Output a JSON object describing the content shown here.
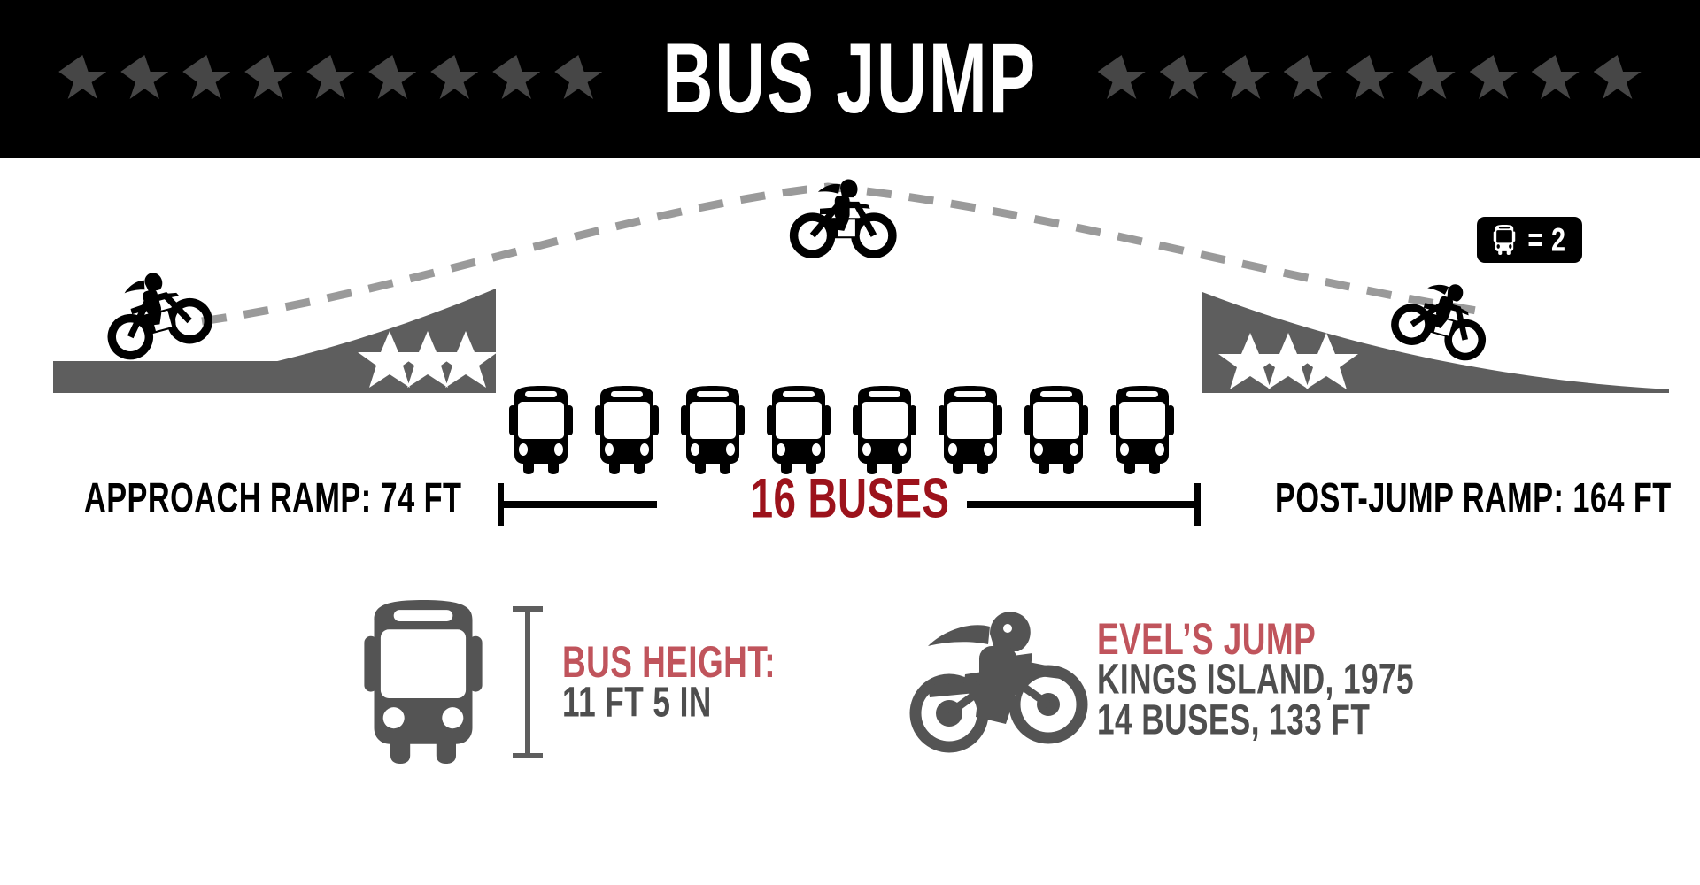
{
  "header": {
    "title": "BUS JUMP",
    "star_count_left": 9,
    "star_count_right": 9,
    "star_icon": "star-icon",
    "background_color": "#000000",
    "star_color": "#464646",
    "title_color": "#ffffff"
  },
  "legend": {
    "icon": "bus-icon",
    "equals_text": "= 2",
    "background_color": "#000000",
    "text_color": "#ffffff"
  },
  "diagram": {
    "approach_ramp_label": "APPROACH RAMP: 74 FT",
    "post_jump_ramp_label": "POST-JUMP RAMP: 164 FT",
    "bus_count_label": "16 BUSES",
    "bus_icon_count": 8,
    "approach_ramp_stars": 3,
    "post_jump_ramp_stars": 3,
    "rider_icon": "motorcycle-rider-icon",
    "trajectory_icon": "dashed-jump-arc",
    "ramp_color": "#5e5e5e",
    "bus_color": "#000000",
    "accent_red": "#9c121b"
  },
  "facts": [
    {
      "icon": "bus-front-icon",
      "dimension_icon": "height-dimension-line",
      "title": "BUS HEIGHT:",
      "lines": [
        "11 FT 5 IN"
      ]
    },
    {
      "icon": "evel-knievel-rider-icon",
      "title": "EVEL’S JUMP",
      "lines": [
        "KINGS ISLAND, 1975",
        "14 BUSES, 133 FT"
      ]
    }
  ],
  "colors": {
    "fact_title_red": "#c0545c",
    "fact_text_gray": "#4e4e4e",
    "bus_fact_gray": "#545454",
    "dim_line_gray": "#5e5e5e"
  }
}
